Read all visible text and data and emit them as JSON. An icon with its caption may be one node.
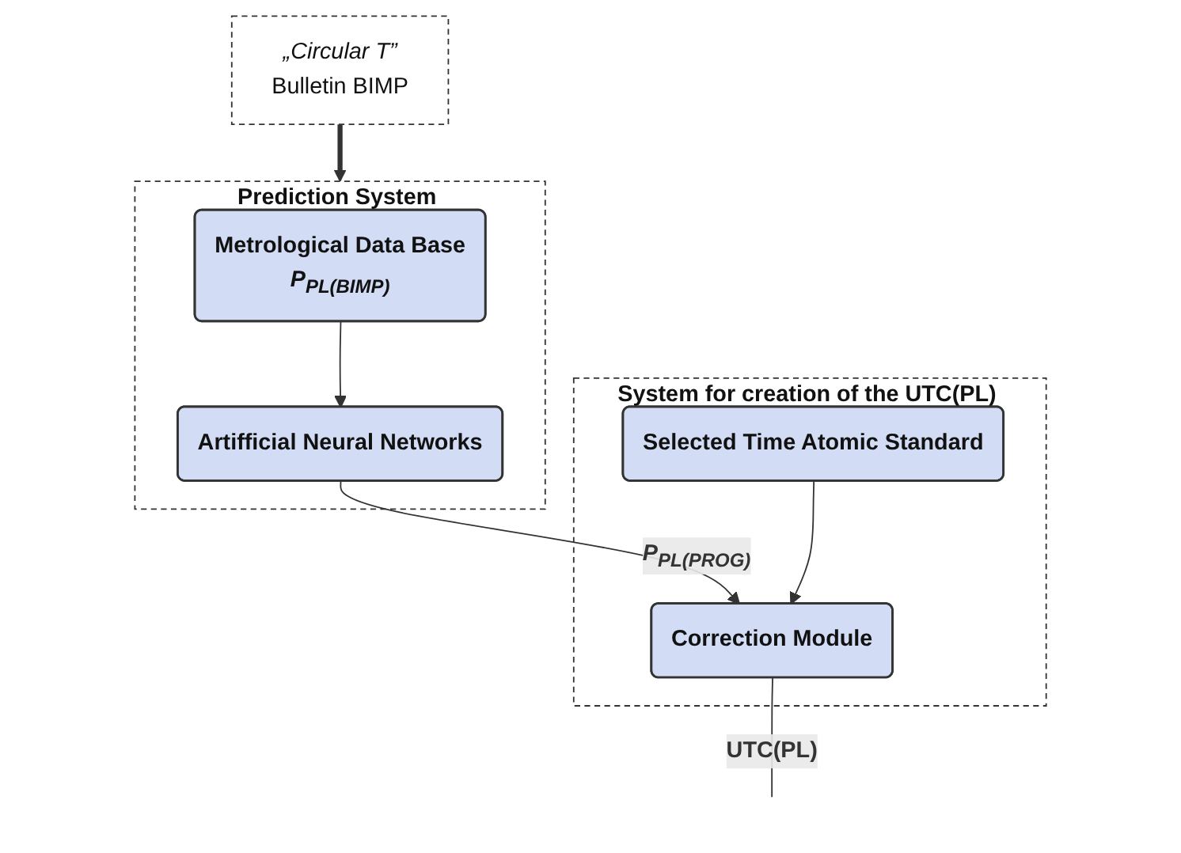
{
  "diagram": {
    "nodes": [
      {
        "text": [
          "„Circular T”",
          "Bulletin BIMP"
        ]
      },
      {
        "text": [
          "Prediction System"
        ]
      },
      {
        "text": [
          "Metrological Data Base",
          "P$_{PL(BIMP)}$"
        ],
        "in": 1
      },
      {
        "text": [
          "Artifficial Neural Networks"
        ],
        "in": 1
      },
      {
        "text": [
          "System for creation of the UTC(PL)"
        ]
      },
      {
        "text": [
          "Selected Time Atomic Standard"
        ],
        "in": 4
      },
      {
        "text": [
          "Correction Module"
        ],
        "in": 4
      }
    ],
    "edges": [
      {
        "from": 0,
        "to": 1,
        "arrow": "to",
        "style": "thick"
      },
      {
        "from": 2,
        "to": 3,
        "arrow": "to"
      },
      {
        "from": 3,
        "to": 6,
        "arrow": "to",
        "label": "P$_{PL(PROG)}$"
      },
      {
        "from": 5,
        "to": 6,
        "arrow": "to"
      },
      {
        "from": 6,
        "to": null,
        "arrow": "none",
        "label": "UTC(PL)"
      }
    ]
  }
}
